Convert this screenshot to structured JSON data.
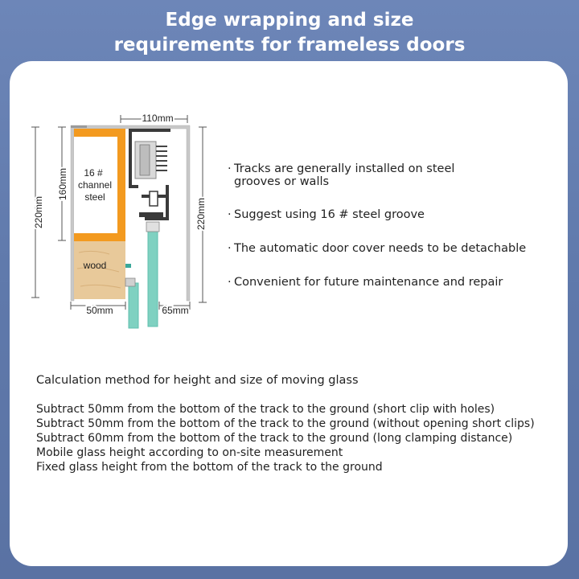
{
  "title": {
    "line1": "Edge wrapping and size",
    "line2": "requirements for frameless doors"
  },
  "diagram": {
    "dim_top": "110mm",
    "dim_left_outer": "220mm",
    "dim_left_inner": "160mm",
    "dim_right": "220mm",
    "dim_bottom_left": "50mm",
    "dim_bottom_right": "65mm",
    "channel_label_1": "16 #",
    "channel_label_2": "channel",
    "channel_label_3": "steel",
    "wood_label": "wood",
    "colors": {
      "channel": "#f39a1f",
      "wood": "#e8c99a",
      "glass": "#7fd1c1",
      "frame": "#c8c8c8",
      "track": "#3a3a3a"
    }
  },
  "bullets": {
    "items": [
      {
        "dot": "·",
        "line1": "Tracks are generally installed on steel",
        "line2": "grooves or walls"
      },
      {
        "dot": "·",
        "line1": "Suggest using 16 # steel groove",
        "line2": ""
      },
      {
        "dot": "·",
        "line1": "The automatic door cover needs to be detachable",
        "line2": ""
      },
      {
        "dot": "·",
        "line1": "Convenient for future maintenance and repair",
        "line2": ""
      }
    ]
  },
  "calculation": {
    "title": "Calculation method for height and size of moving glass",
    "lines": [
      "Subtract 50mm from the bottom of the track to the ground (short clip with holes)",
      "Subtract 50mm from the bottom of the track to the ground (without opening short clips)",
      "Subtract 60mm from the bottom of the track to the ground (long clamping distance)",
      "Mobile glass height according to on-site measurement",
      "Fixed glass height from the bottom of the track to the ground"
    ]
  }
}
